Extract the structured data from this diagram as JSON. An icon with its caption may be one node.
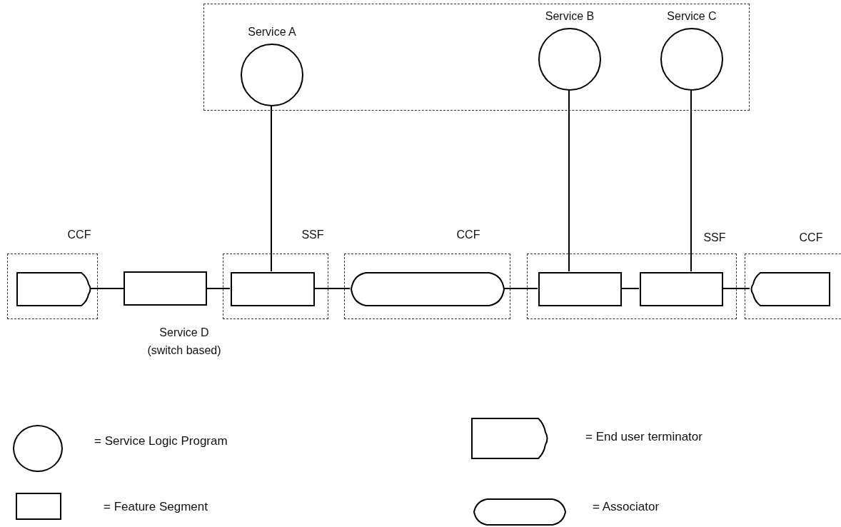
{
  "diagram": {
    "nodes": [
      {
        "text": [],
        "shape": "frame"
      },
      {
        "text": [
          "Service A"
        ],
        "in": 0
      },
      {
        "text": [
          "Service B"
        ],
        "in": 0
      },
      {
        "text": [
          "Service C"
        ],
        "in": 0
      },
      {
        "text": [
          "CCF"
        ]
      },
      {
        "text": [],
        "shape": "terminator",
        "in": 4
      },
      {
        "text": [],
        "shape": "box"
      },
      {
        "text": [
          "SSF"
        ]
      },
      {
        "text": [],
        "shape": "box",
        "in": 7
      },
      {
        "text": [
          "CCF"
        ]
      },
      {
        "text": [],
        "shape": "capsule",
        "in": 9
      },
      {
        "text": [
          "SSF"
        ]
      },
      {
        "text": [],
        "shape": "box",
        "in": 11
      },
      {
        "text": [],
        "shape": "box",
        "in": 11
      },
      {
        "text": [
          "CCF"
        ]
      },
      {
        "text": [],
        "shape": "terminator",
        "in": 14
      }
    ],
    "edges": [
      {
        "from": 5,
        "to": 6,
        "arrow": "none"
      },
      {
        "from": 6,
        "to": 8,
        "arrow": "none"
      },
      {
        "from": 8,
        "to": 10,
        "arrow": "none"
      },
      {
        "from": 10,
        "to": 12,
        "arrow": "none"
      },
      {
        "from": 12,
        "to": 13,
        "arrow": "none"
      },
      {
        "from": 13,
        "to": 15,
        "arrow": "none"
      },
      {
        "from": 1,
        "to": 8,
        "arrow": "none"
      },
      {
        "from": 2,
        "to": 12,
        "arrow": "none"
      },
      {
        "from": 3,
        "to": 13,
        "arrow": "none"
      }
    ],
    "labels": [
      "Service D",
      "(switch based)"
    ],
    "legend": [
      {
        "text": "= Service Logic Program"
      },
      {
        "text": "= End user terminator"
      },
      {
        "text": "= Feature Segment"
      },
      {
        "text": "= Associator"
      }
    ]
  }
}
